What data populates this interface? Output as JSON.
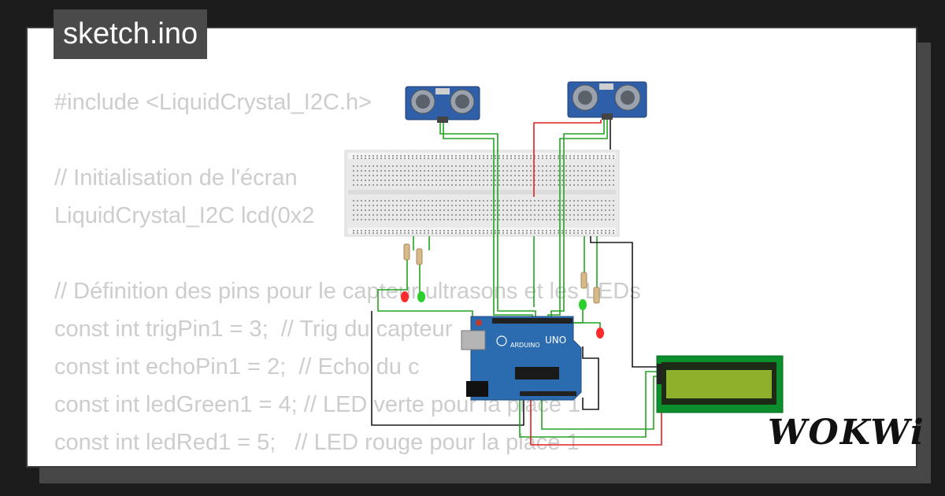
{
  "title": "sketch.ino",
  "brand": "WOKWi",
  "code_lines": [
    "#include <LiquidCrystal_I2C.h>",
    "",
    "// Initialisation de l'écran",
    "LiquidCrystal_I2C lcd(0x2",
    "",
    "// Définition des pins pour le capteur ultrasons et les LEDs",
    "const int trigPin1 = 3;  // Trig du capteur",
    "const int echoPin1 = 2;  // Echo du c",
    "const int ledGreen1 = 4; // LED verte pour la place 1",
    "const int ledRed1 = 5;   // LED rouge pour la place 1"
  ],
  "arduino": {
    "brand": "ARDUINO",
    "model": "UNO"
  },
  "colors": {
    "sensor": "#2e5fa8",
    "arduino": "#2b6cb0",
    "lcd_pcb": "#0a8f2c",
    "lcd_screen": "#8eb02a",
    "wire_green": "#23a323",
    "wire_red": "#e02020",
    "wire_black": "#1a1a1a",
    "led_red": "#ff2a2a",
    "led_green": "#2ccf2c",
    "breadboard": "#e9e9e9"
  }
}
